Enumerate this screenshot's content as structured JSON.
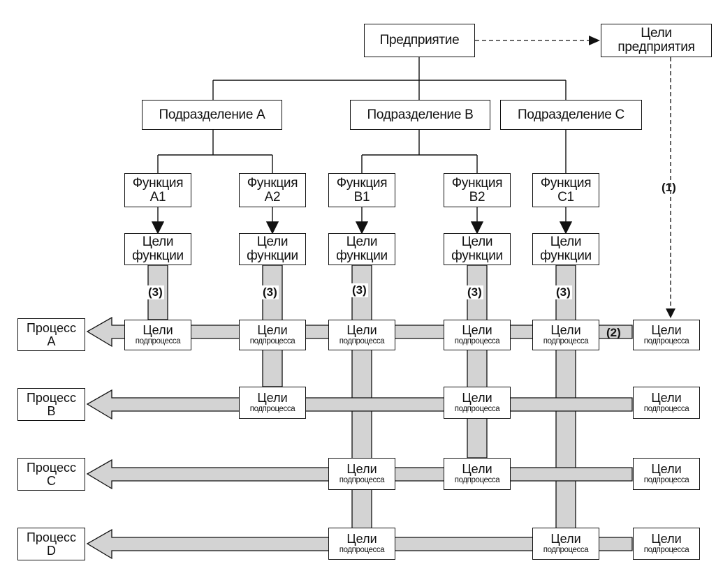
{
  "enterprise": "Предприятие",
  "enterprise_goals": [
    "Цели",
    "предприятия"
  ],
  "divisions": [
    "Подразделение A",
    "Подразделение B",
    "Подразделение C"
  ],
  "functions": [
    {
      "line1": "Функция",
      "line2": "A1"
    },
    {
      "line1": "Функция",
      "line2": "A2"
    },
    {
      "line1": "Функция",
      "line2": "B1"
    },
    {
      "line1": "Функция",
      "line2": "B2"
    },
    {
      "line1": "Функция",
      "line2": "C1"
    }
  ],
  "function_goals": [
    "Цели",
    "функции"
  ],
  "subprocess_goals": [
    "Цели",
    "подпроцесса"
  ],
  "processes": [
    {
      "line1": "Процесс",
      "line2": "A"
    },
    {
      "line1": "Процесс",
      "line2": "B"
    },
    {
      "line1": "Процесс",
      "line2": "C"
    },
    {
      "line1": "Процесс",
      "line2": "D"
    }
  ],
  "markers": {
    "m1": "(1)",
    "m2": "(2)",
    "m3": "(3)"
  },
  "colors": {
    "band": "#d3d3d3",
    "stroke": "#111111"
  }
}
